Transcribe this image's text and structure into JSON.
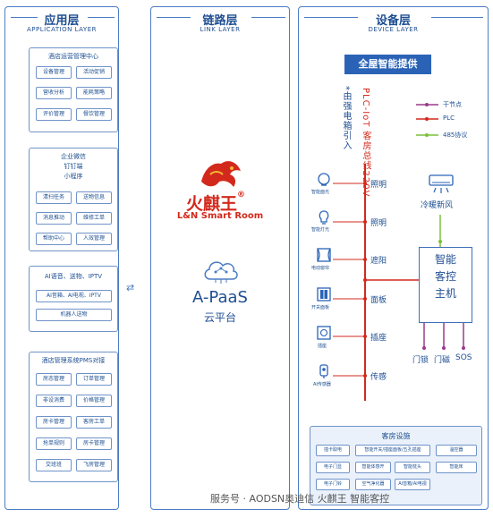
{
  "app_layer": {
    "title": "应用层",
    "subtitle": "APPLICATION LAYER",
    "groups": [
      {
        "title": "酒店运营管理中心",
        "items": [
          "设备管理",
          "活动促销",
          "营收分析",
          "能耗策略",
          "评价管理",
          "餐饮管理"
        ]
      },
      {
        "title": "企业微信\n钉钉端\n小程序",
        "items": [
          "清扫任务",
          "送物信息",
          "消息推动",
          "维修工单",
          "帮助中心",
          "人效管理"
        ]
      },
      {
        "title": "AI语音、送物、IPTV",
        "items": [
          "AI音箱、AI电视、IPTV",
          "机器人送物"
        ]
      },
      {
        "title": "酒店管理系统PMS对接",
        "items": [
          "房态管理",
          "订单管理",
          "非设消费",
          "价格管理",
          "房卡管理",
          "客房工单",
          "抢单规则",
          "房卡管理",
          "交班班",
          "飞房管理"
        ]
      }
    ]
  },
  "link_layer": {
    "title": "链路层",
    "subtitle": "LINK LAYER",
    "brand_name": "火麒王",
    "brand_registered": "®",
    "brand_en": "L&N Smart Room",
    "paas_name": "A-PaaS",
    "cloud_label": "云平台"
  },
  "device_layer": {
    "title": "设备层",
    "subtitle": "DEVICE LAYER",
    "head_label": "全屋智能提供",
    "plc_bus_text": "PLC-IoT 客房总线220V",
    "power_text": "*由强电箱引入",
    "legend": [
      {
        "label": "干节点",
        "color": "#9b3a8c"
      },
      {
        "label": "PLC",
        "color": "#d3291c"
      },
      {
        "label": "485协议",
        "color": "#7cbf3a"
      }
    ],
    "devices": [
      {
        "icon_name": "智能面光",
        "label": "照明"
      },
      {
        "icon_name": "智能灯光",
        "label": "照明"
      },
      {
        "icon_name": "电动窗帘",
        "label": "遮阳"
      },
      {
        "icon_name": "开关面板",
        "label": "面板"
      },
      {
        "icon_name": "插座",
        "label": "插座"
      },
      {
        "icon_name": "AI传感器",
        "label": "传感"
      }
    ],
    "ac_label": "冷暖新风",
    "hub_label": [
      "智能",
      "客控",
      "主机"
    ],
    "hub_outputs": [
      "门锁",
      "门磁",
      "SOS"
    ],
    "facilities": {
      "title": "客房设施",
      "items": [
        "插卡取电",
        "智能开关/插座面板/五孔插座",
        "温控器",
        "电子门显",
        "智能体感开",
        "智能枕头",
        "电子门铃",
        "空气净化器",
        "AI音箱/AI电视",
        "智能床"
      ]
    }
  },
  "watermark": "服务号 · AODSN奥迪信 火麒王 智能客控",
  "colors": {
    "primary": "#2a63b6",
    "border": "#4b7dc4",
    "brand_red": "#d3291c",
    "plc_line": "#d3291c",
    "dry_contact": "#9b3a8c",
    "rs485": "#7cbf3a"
  }
}
